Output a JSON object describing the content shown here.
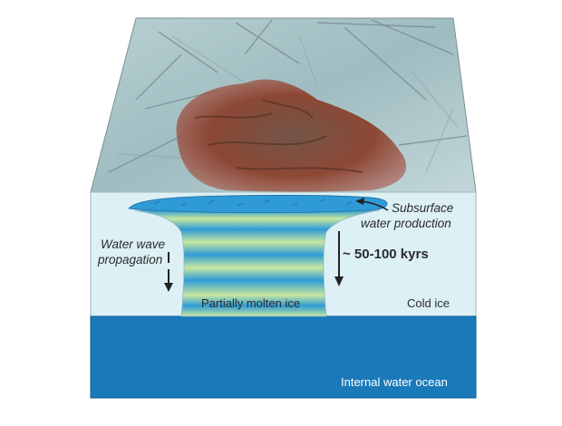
{
  "labels": {
    "subsurface_line1": "Subsurface",
    "subsurface_line2": "water production",
    "wave_line1": "Water wave",
    "wave_line2": "propagation",
    "timescale": "~ 50-100 kyrs",
    "molten": "Partially molten ice",
    "cold": "Cold ice",
    "ocean": "Internal water ocean"
  },
  "colors": {
    "cold_ice": "#dcf0f5",
    "ocean": "#1a7ab9",
    "plume_green": "#c8e79f",
    "plume_blue": "#2f9bd6",
    "surface_ice": "#a7c3c5",
    "surface_terrain": "#8a3a24"
  }
}
